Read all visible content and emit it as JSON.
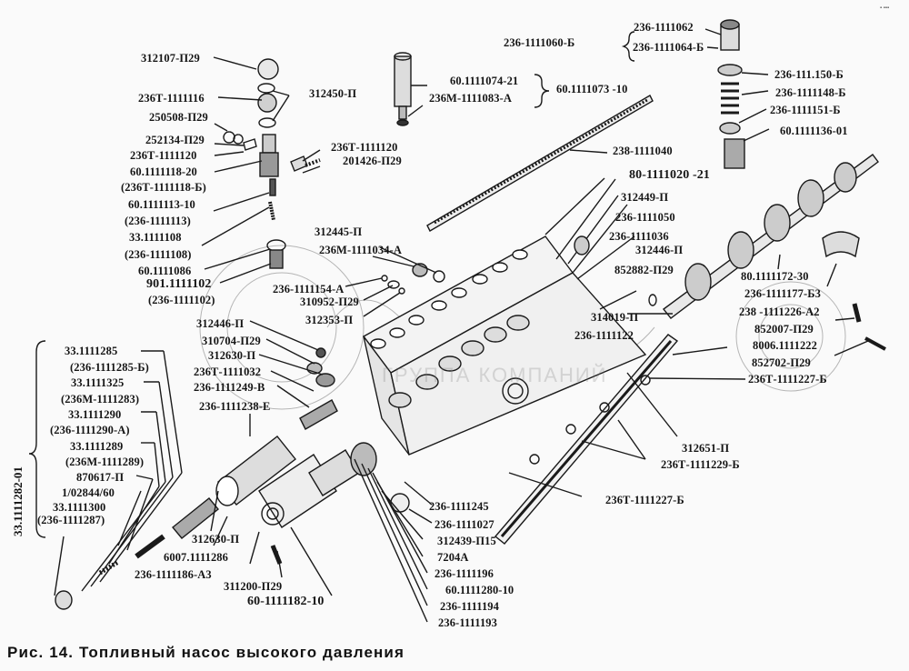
{
  "figure": {
    "caption": "Рис. 14. Топливный насос высокого давления",
    "watermark": "ГРУППА КОМПАНИЙ",
    "corner_mark": "▪ ▪▪▪"
  },
  "group_bracket_label": "33.1111282-01",
  "labels": {
    "l312107": "312107-П29",
    "l236T1111116": "236Т-1111116",
    "l250508": "250508-П29",
    "l252134": "252134-П29",
    "l236T1111120a": "236Т-1111120",
    "l60_1111118": "60.1111118-20",
    "l236T1111118": "(236Т-1111118-Б)",
    "l60_1111113": "60.1111113-10",
    "l236_1111113": "(236-1111113)",
    "l33_1111108": "33.1111108",
    "l236_1111108": "(236-1111108)",
    "l60_1111086": "60.1111086",
    "l901_1111102": "901.1111102",
    "l236_1111102": "(236-1111102)",
    "l312450": "312450-П",
    "l236T1111120b": "236Т-1111120",
    "l201426": "201426-П29",
    "l60_1111074": "60.1111074-21",
    "l236M1111083": "236М-1111083-А",
    "l60_1111073": "60.1111073 -10",
    "l236_1111060": "236-1111060-Б",
    "l236_1111062": "236-1111062",
    "l236_1111064": "236-1111064-Б",
    "l236_111150": "236-111.150-Б",
    "l236_1111148": "236-1111148-Б",
    "l236_1111151": "236-1111151-Б",
    "l60_1111136": "60.1111136-01",
    "l238_1111040": "238-1111040",
    "l80_1111020": "80-1111020 -21",
    "l312449": "312449-П",
    "l236_1111050": "236-1111050",
    "l236_1111036": "236-1111036",
    "l312446a": "312446-П",
    "l852882": "852882-П29",
    "l312445": "312445-П",
    "l236M1111034": "236М-1111034-А",
    "l236_1111154": "236-1111154-А",
    "l310952": "310952-П29",
    "l312353": "312353-П",
    "l80_1111172": "80.1111172-30",
    "l236_1111177": "236-1111177-Б3",
    "l238_1111226": "238  -1111226-А2",
    "l852007": "852007-П29",
    "l8006_1111222": "8006.1111222",
    "l852702": "852702-П29",
    "l236T1111227a": "236Т-1111227-Б",
    "l314019": "314019-П",
    "l236_1111122": "236-1111122",
    "l312446b": "312446-П",
    "l310704": "310704-П29",
    "l312630a": "312630-П",
    "l236T1111032": "236Т-1111032",
    "l236_1111249": "236-1111249-В",
    "l236_1111238": "236-1111238-Е",
    "l33_1111285": "33.1111285",
    "l236_1111285": "(236-1111285-Б)",
    "l33_1111325": "33.1111325",
    "l236M1111283": "(236М-1111283)",
    "l33_1111290": "33.1111290",
    "l236_1111290": "(236-1111290-А)",
    "l33_1111289": "33.1111289",
    "l236M1111289": "(236М-1111289)",
    "l870617": "870617-П",
    "l1_02844": "1/02844/60",
    "l33_1111300": "33.1111300",
    "l236_1111287": "(236-1111287)",
    "l312630b": "312630-П",
    "l6007_1111286": "6007.1111286",
    "l236_1111186": "236-1111186-А3",
    "l311200": "311200-П29",
    "l60_1111182": "60-1111182-10",
    "l312651": "312651-П",
    "l236T1111229": "236Т-1111229-Б",
    "l236T1111227b": "236Т-1111227-Б",
    "l236_1111245": "236-1111245",
    "l236_1111027": "236-1111027",
    "l312439": "312439-П15",
    "l7204A": "7204А",
    "l236_1111196": "236-1111196",
    "l60_1111280": "60.1111280-10",
    "l236_1111194": "236-1111194",
    "l236_1111193": "236-1111193"
  }
}
